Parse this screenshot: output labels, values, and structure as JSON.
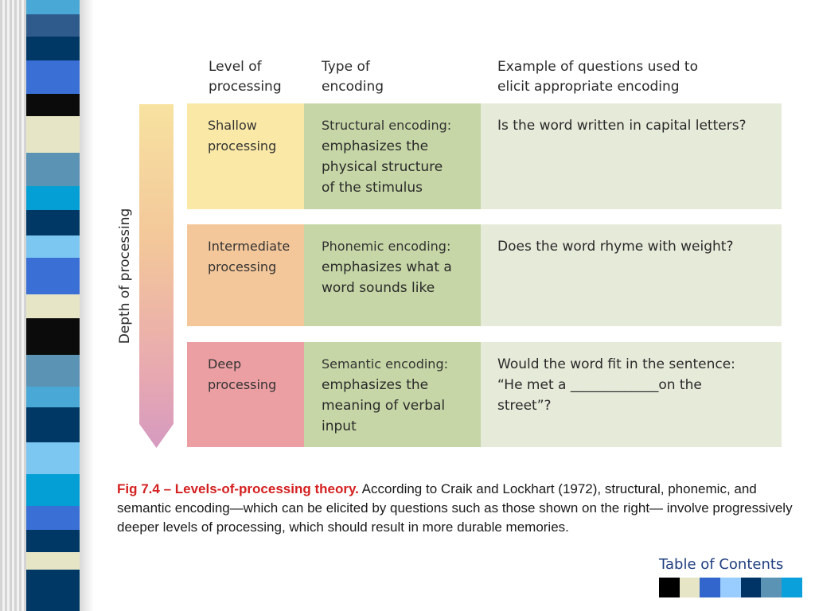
{
  "theme": {
    "stripe_colors": [
      "#4aa8d6",
      "#2e5b8c",
      "#003865",
      "#3a6fd6",
      "#0b0b0b",
      "#e6e5c6",
      "#5a93b3",
      "#049fd4",
      "#7cc6f2",
      "#ffffff"
    ],
    "toc_swatch_colors": [
      "#000000",
      "#e6e5c6",
      "#3366cc",
      "#99ccff",
      "#003366",
      "#5a93b3",
      "#0aa0dc"
    ]
  },
  "diagram": {
    "headers": {
      "level": "Level of\nprocessing",
      "type": "Type of\nencoding",
      "example": "Example of questions used to\nelicit appropriate encoding"
    },
    "axis_label": "Depth of processing",
    "rows": [
      {
        "level": "Shallow\nprocessing",
        "encoding_type": "Structural encoding:",
        "encoding_desc": "emphasizes the\nphysical structure\nof the stimulus",
        "question": "Is the word written in capital letters?"
      },
      {
        "level": "Intermediate\nprocessing",
        "encoding_type": "Phonemic encoding:",
        "encoding_desc": "emphasizes what a\nword sounds like",
        "question": "Does the word rhyme with weight?"
      },
      {
        "level": "Deep\nprocessing",
        "encoding_type": "Semantic encoding:",
        "encoding_desc": "emphasizes the\nmeaning of verbal\ninput",
        "question": "Would the word fit in the sentence:\n“He met a _____________on the\nstreet”?"
      }
    ]
  },
  "caption": {
    "title": "Fig 7.4 – Levels-of-processing theory.",
    "body": " According to Craik and Lockhart (1972), structural, phonemic, and semantic encoding—which can be elicited by questions such as those shown on the right— involve progressively deeper levels of processing, which should result in more durable memories."
  },
  "nav": {
    "toc_label": "Table of Contents"
  }
}
